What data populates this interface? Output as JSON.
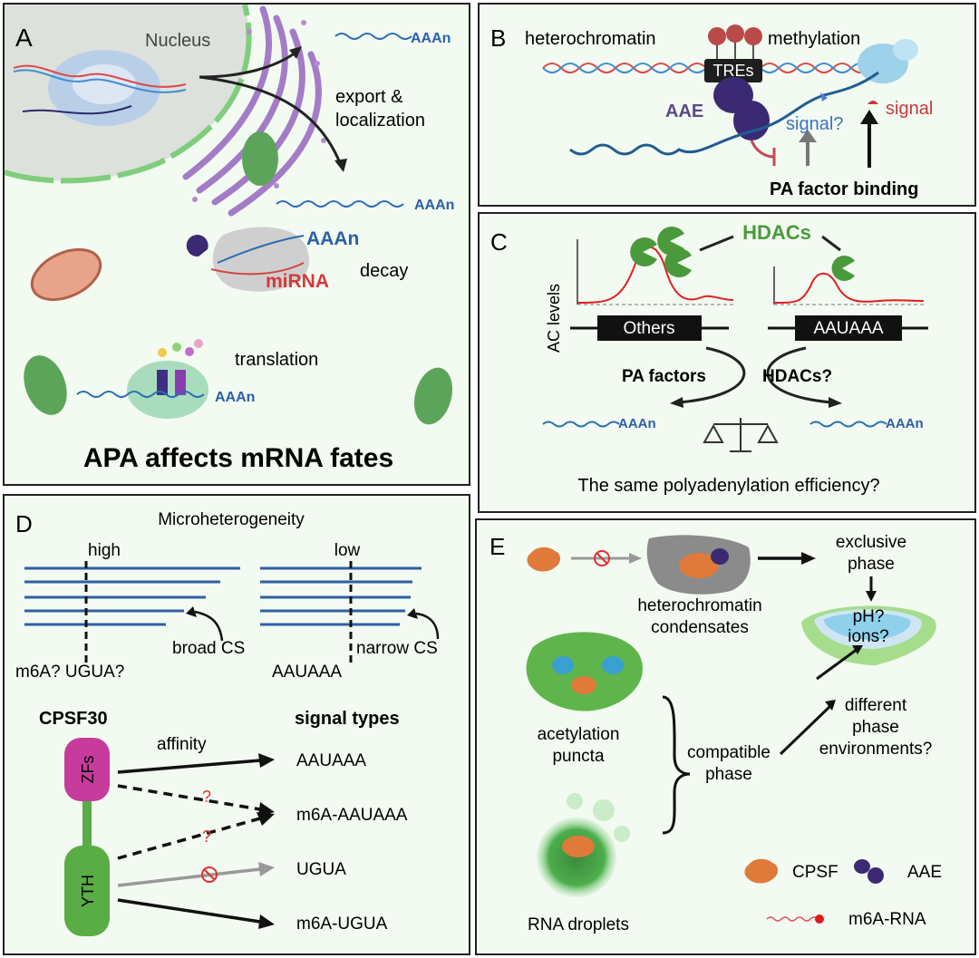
{
  "panelA": {
    "letter": "A",
    "nucleus": "Nucleus",
    "aaan": "AAAn",
    "export": "export &",
    "localization": "localization",
    "decay": "decay",
    "mirna": "miRNA",
    "translation": "translation",
    "caption": "APA affects mRNA fates"
  },
  "panelB": {
    "letter": "B",
    "heterochromatin": "heterochromatin",
    "methylation": "methylation",
    "tres": "TREs",
    "aae": "AAE",
    "signal_q": "signal?",
    "signal": "signal",
    "pa_binding": "PA factor binding"
  },
  "panelC": {
    "letter": "C",
    "ac_levels": "AC levels",
    "hdacs": "HDACs",
    "others": "Others",
    "aauaaa": "AAUAAA",
    "pa_factors": "PA factors",
    "hdacs_q": "HDACs?",
    "aaan": "AAAn",
    "question": "The same polyadenylation efficiency?"
  },
  "panelD": {
    "letter": "D",
    "micro": "Microheterogeneity",
    "high": "high",
    "low": "low",
    "broad": "broad CS",
    "narrow": "narrow CS",
    "m6a_ugua": "m6A? UGUA?",
    "aauaaa": "AAUAAA",
    "cpsf30": "CPSF30",
    "signal_types": "signal types",
    "affinity": "affinity",
    "zfs": "ZFs",
    "yth": "YTH",
    "q": "?",
    "t1": "AAUAAA",
    "t2": "m6A-AAUAAA",
    "t3": "UGUA",
    "t4": "m6A-UGUA"
  },
  "panelE": {
    "letter": "E",
    "hetero1": "heterochromatin",
    "hetero2": "condensates",
    "excl1": "exclusive",
    "excl2": "phase",
    "ph": "pH?",
    "ions": "ions?",
    "diff1": "different",
    "diff2": "phase",
    "diff3": "environments?",
    "acet1": "acetylation",
    "acet2": "puncta",
    "compat1": "compatible",
    "compat2": "phase",
    "rna": "RNA droplets",
    "cpsf": "CPSF",
    "aae": "AAE",
    "m6arna": "m6A-RNA"
  }
}
